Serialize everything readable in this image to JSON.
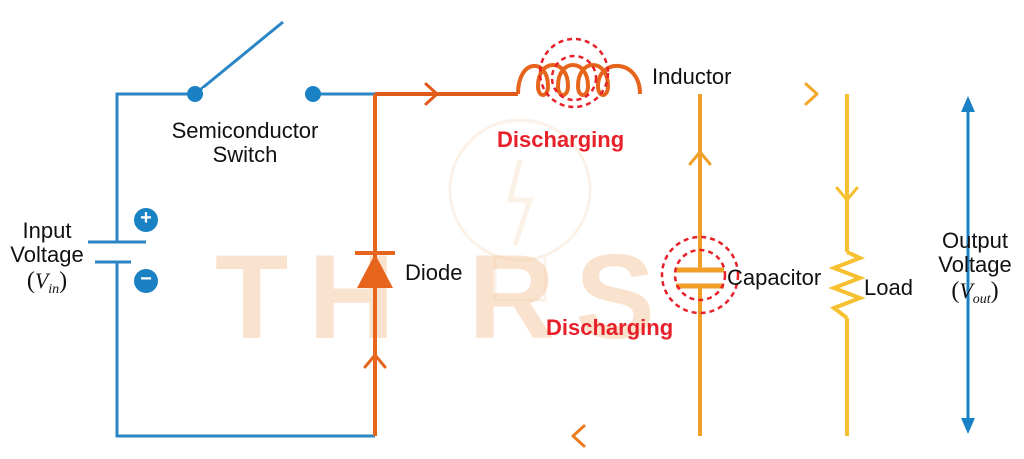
{
  "watermark": {
    "text": "TH RS"
  },
  "labels": {
    "switch_line1": "Semiconductor",
    "switch_line2": "Switch",
    "inductor": "Inductor",
    "inductor_state": "Discharging",
    "diode": "Diode",
    "capacitor": "Capacitor",
    "capacitor_state": "Discharging",
    "load": "Load",
    "input_line1": "Input",
    "input_line2": "Voltage",
    "input_var": "V",
    "input_sub": "in",
    "output_line1": "Output",
    "output_line2": "Voltage",
    "output_var": "V",
    "output_sub": "out",
    "plus": "+",
    "minus": "−"
  },
  "colors": {
    "source_wire": "#2b86c5",
    "circuit_orange": "#e6641c",
    "circuit_light": "#f5b82a",
    "terminal_blue": "#1a82c4",
    "state_red": "#e8202a"
  }
}
